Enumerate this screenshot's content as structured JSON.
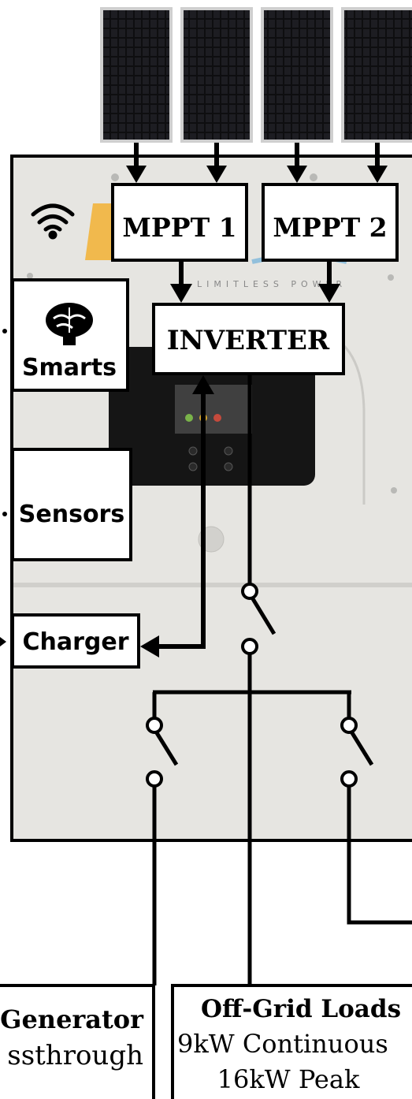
{
  "mppt1": {
    "label": "MPPT 1"
  },
  "mppt2": {
    "label": "MPPT 2"
  },
  "inverter": {
    "label": "INVERTER"
  },
  "smarts": {
    "label": "Smarts",
    "icon": "brain-icon"
  },
  "sensors": {
    "label": "Sensors"
  },
  "charger": {
    "label": "Charger"
  },
  "wifi": {
    "icon": "wifi-icon"
  },
  "brand": {
    "tagline": "LIMITLESS POWER"
  },
  "generator": {
    "title": "Generator",
    "subtitle": "ssthrough"
  },
  "offgrid": {
    "title": "Off-Grid Loads",
    "line1": "9kW Continuous",
    "line2": "16kW Peak"
  },
  "colors": {
    "line": "#000000",
    "chassis": "#e6e5e1",
    "panel": "#151515",
    "screen": "#404040",
    "logo": "#f2b233"
  }
}
